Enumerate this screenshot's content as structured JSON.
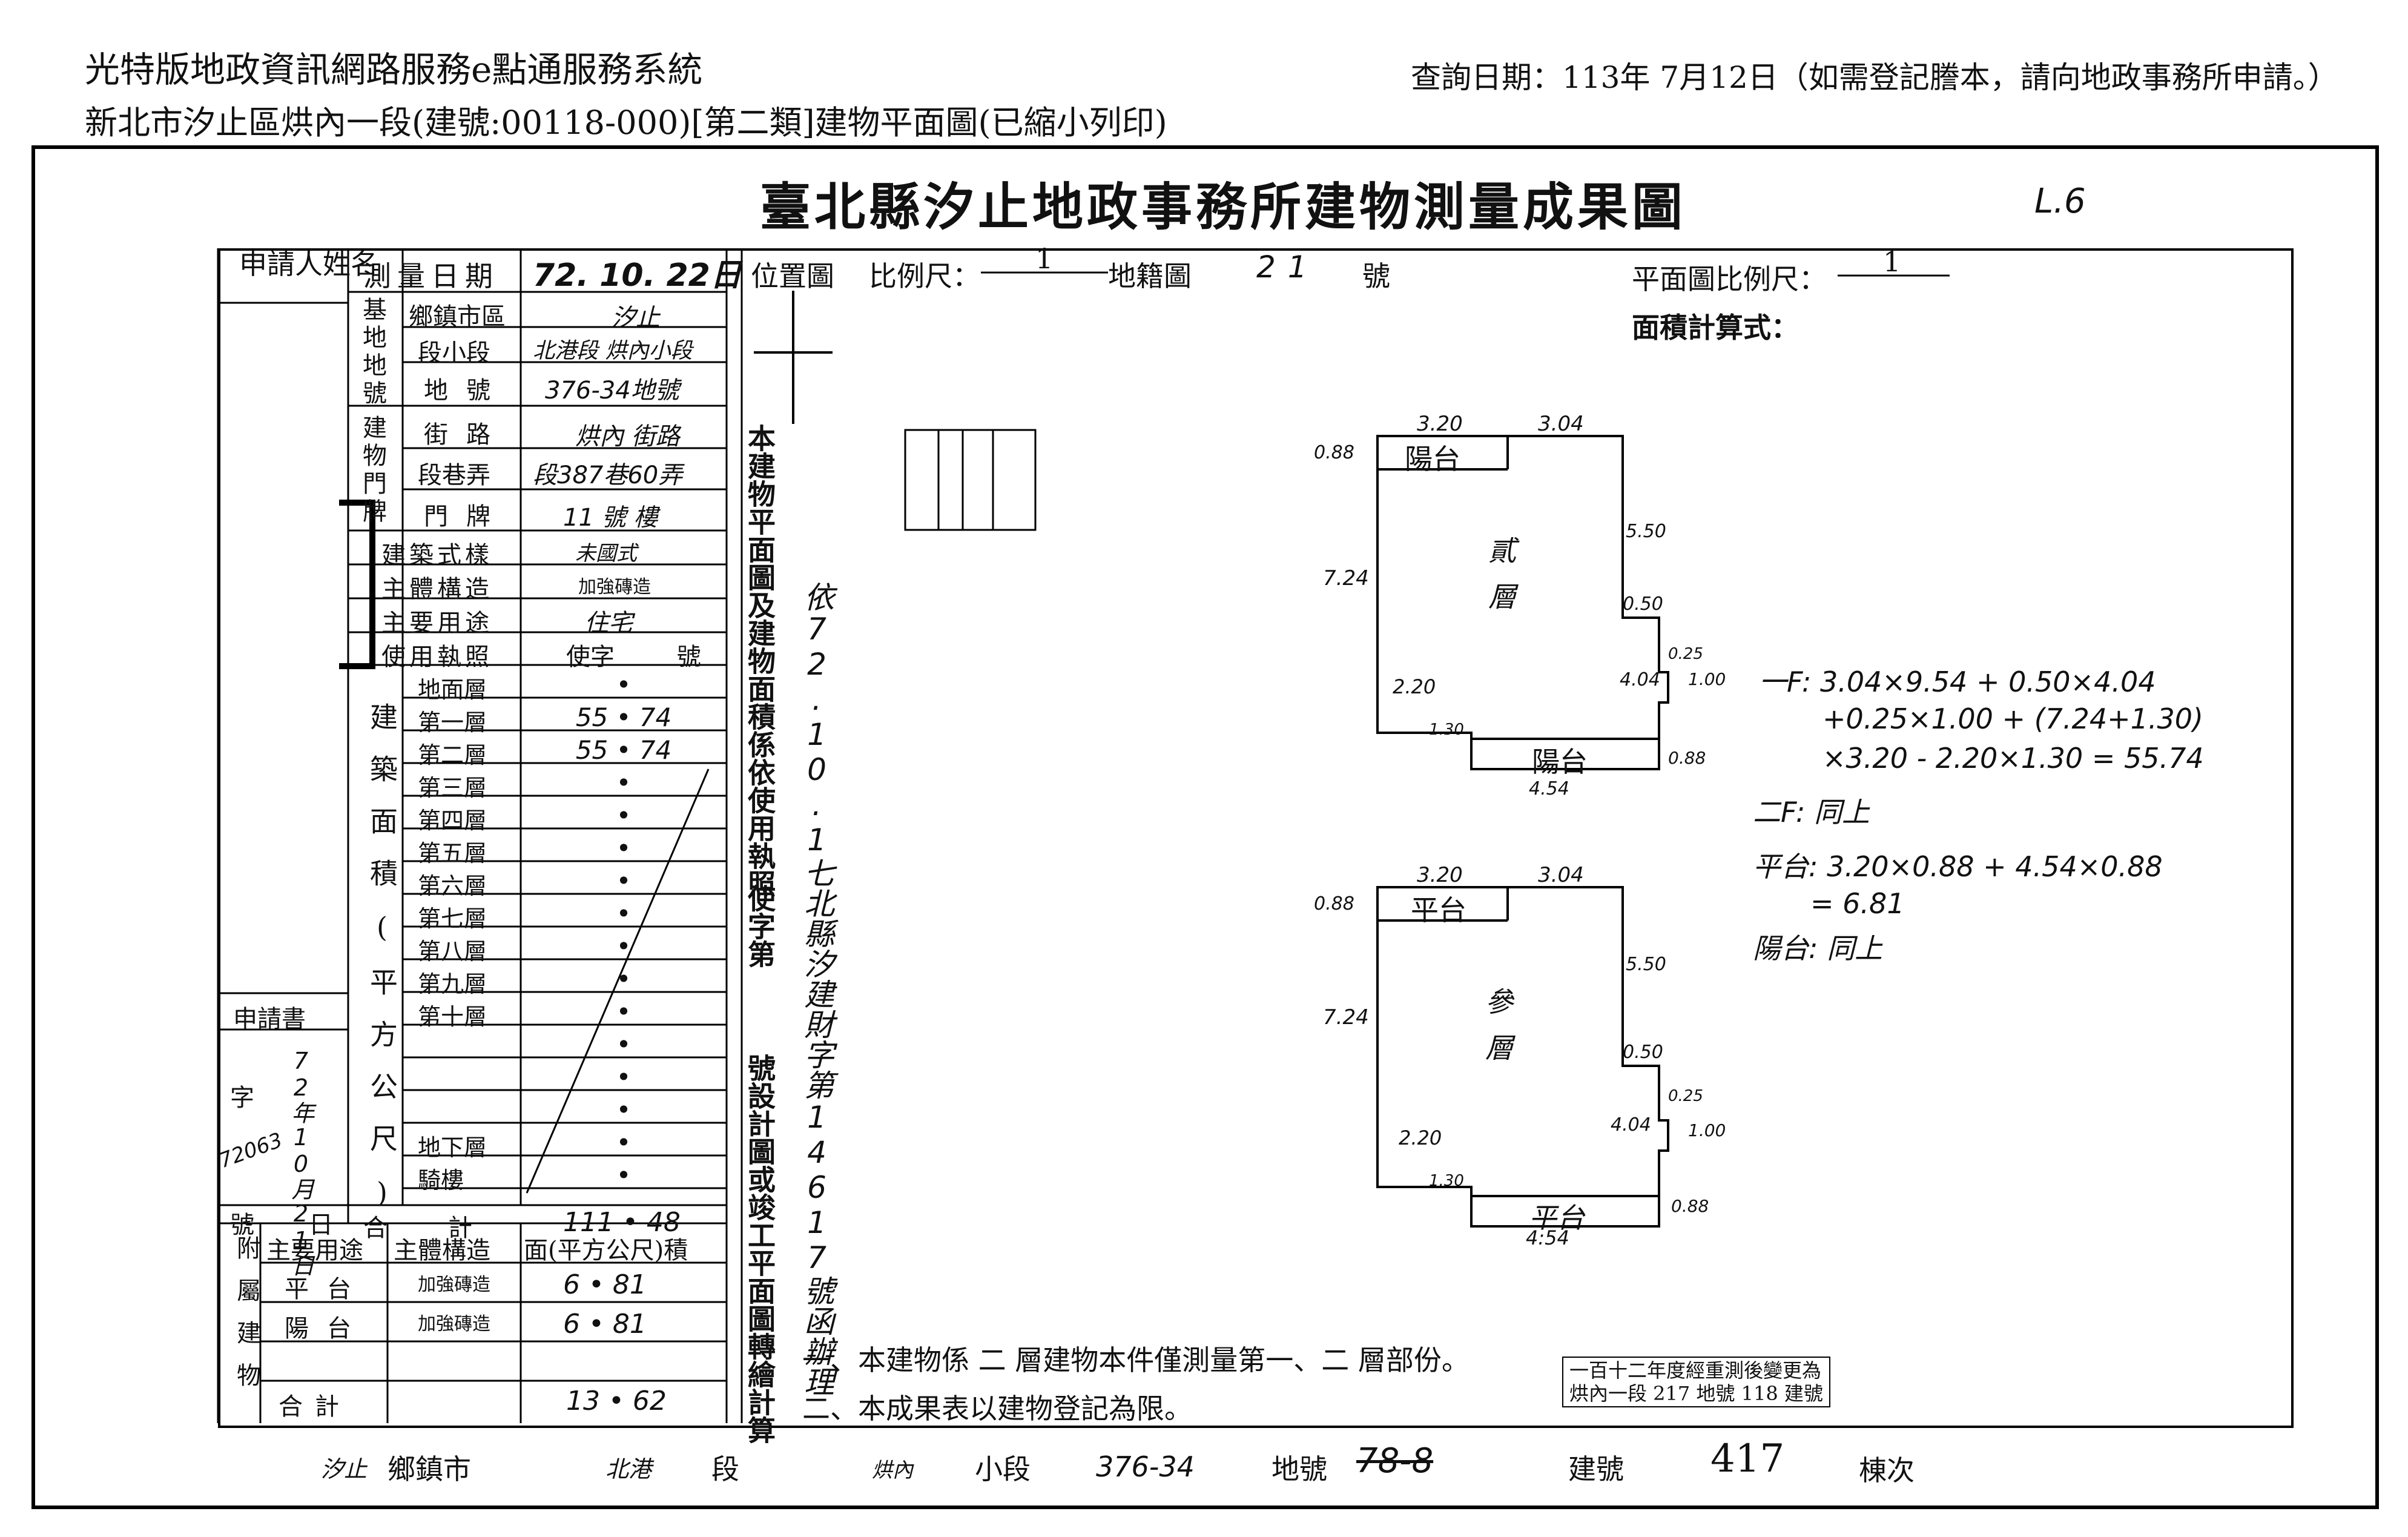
{
  "header": {
    "system_title": "光特版地政資訊網路服務e點通服務系統",
    "doc_subtitle": "新北市汐止區烘內一段(建號:00118-000)[第二類]建物平面圖(已縮小列印)",
    "query_date": "查詢日期：113年 7月12日（如需登記謄本，請向地政事務所申請。）"
  },
  "title": "臺北縣汐止地政事務所建物測量成果圖",
  "corner_mark": "L.6",
  "form": {
    "applicant_label": "申請人姓名",
    "survey_date_label": "測量日期",
    "survey_date_value": "72. 10. 22日",
    "base_label": "基地地號",
    "township_label": "鄉鎮市區",
    "township_value": "汐止",
    "section_label": "段小段",
    "section_value": "北港段 烘內小段",
    "lot_label": "地號",
    "lot_value": "376-34地號",
    "door_label": "建物門牌",
    "street_label": "街路",
    "street_value": "烘內 街路",
    "lane_label": "段巷弄",
    "lane_value": "段387巷60弄",
    "number_label": "門牌",
    "number_value": "11 號 樓",
    "style_label": "建築式樣",
    "style_value": "未國式",
    "structure_label": "主體構造",
    "structure_value": "加強磚造",
    "use_label": "主要用途",
    "use_value": "住宅",
    "permit_label": "使用執照",
    "permit_value": "使字 號",
    "area_label": "建築面積(平方公尺)",
    "floors": [
      {
        "name": "地面層",
        "value": "•"
      },
      {
        "name": "第一層",
        "value": "55 • 74"
      },
      {
        "name": "第二層",
        "value": "55 • 74"
      },
      {
        "name": "第三層",
        "value": "•"
      },
      {
        "name": "第四層",
        "value": "•"
      },
      {
        "name": "第五層",
        "value": "•"
      },
      {
        "name": "第六層",
        "value": "•"
      },
      {
        "name": "第七層",
        "value": "•"
      },
      {
        "name": "第八層",
        "value": "•"
      },
      {
        "name": "第九層",
        "value": "•"
      },
      {
        "name": "第十層",
        "value": "•"
      },
      {
        "name": "",
        "value": "•"
      },
      {
        "name": "",
        "value": "•"
      },
      {
        "name": "",
        "value": "•"
      },
      {
        "name": "地下層",
        "value": "•"
      },
      {
        "name": "騎樓",
        "value": "•"
      }
    ],
    "total_label": "合計",
    "total_value": "111 • 48",
    "application_label": "申請書",
    "app_word_label": "字",
    "app_number_label": "號",
    "app_date_label": "日",
    "app_hand": "72年10月21日",
    "app_hand_no": "72063",
    "attached_label": "附屬建物",
    "att_head_use": "主要用途",
    "att_head_struct": "主體構造",
    "att_head_area": "面(平方公尺)積",
    "attached": [
      {
        "use": "平台",
        "struct": "加強磚造",
        "area": "6 • 81"
      },
      {
        "use": "陽台",
        "struct": "加強磚造",
        "area": "6 • 81"
      },
      {
        "use": "",
        "struct": "",
        "area": ""
      }
    ],
    "att_total_label": "合計",
    "att_total_value": "13 • 62"
  },
  "map_header": {
    "location_label": "位置圖",
    "scale_label": "比例尺：",
    "scale_num": "1",
    "cadastral_label": "地籍圖",
    "sheet_no": "21",
    "sheet_suffix": "號",
    "plan_scale_label": "平面圖比例尺：",
    "plan_scale_num": "1",
    "formula_label": "面積計算式："
  },
  "note_vertical_1": "本建物平面圖及建物面積係依使用執照",
  "note_vertical_2": "使字第",
  "note_vertical_3": "號設計圖或竣工平面圖轉繪計算",
  "hand_vertical_1": "依72.10.1七北縣汐建財字第14617號函辦理",
  "floor_plan_1": {
    "room": "貳層",
    "balcony_top": "陽台",
    "balcony_bottom": "陽台",
    "dims": {
      "top_left": "3.20",
      "top_right": "3.04",
      "left_top": "0.88",
      "left": "7.24",
      "right_upper": "5.50",
      "step1": "0.50",
      "step2": "0.25",
      "right_lower": "4.04",
      "step3": "1.00",
      "bottom_left": "2.20",
      "notch": "1.30",
      "bottom": "4.54",
      "bottom_right": "0.88"
    }
  },
  "floor_plan_2": {
    "room": "參層",
    "balcony_top": "平台",
    "balcony_bottom": "平台",
    "dims": {
      "top_left": "3.20",
      "top_right": "3.04",
      "left_top": "0.88",
      "left": "7.24",
      "right_upper": "5.50",
      "step1": "0.50",
      "step2": "0.25",
      "right_lower": "4.04",
      "step3": "1.00",
      "bottom_left": "2.20",
      "notch": "1.30",
      "bottom": "4:54",
      "bottom_right": "0.88"
    }
  },
  "calc": [
    "一F: 3.04×9.54 + 0.50×4.04",
    "+0.25×1.00 + (7.24+1.30)",
    "×3.20 - 2.20×1.30 = 55.74",
    "二F: 同上",
    "平台: 3.20×0.88 + 4.54×0.88",
    "= 6.81",
    "陽台: 同上"
  ],
  "notes": [
    "一、本建物係 二 層建物本件僅測量第一、二 層部份。",
    "二、本成果表以建物登記為限。"
  ],
  "stamp": [
    "一百十二年度經重測後變更為",
    "烘內一段 217 地號 118 建號"
  ],
  "footer": {
    "township_hand": "汐止",
    "township_label": "鄉鎮市",
    "section_hand": "北港",
    "section_label": "段",
    "subsection_hand": "烘內",
    "subsection_label": "小段",
    "lot_hand": "376-34",
    "lot_label": "地號",
    "lot_struck": "78-8",
    "bldg_label": "建號",
    "bldg_no": "417",
    "unit_label": "棟次"
  }
}
